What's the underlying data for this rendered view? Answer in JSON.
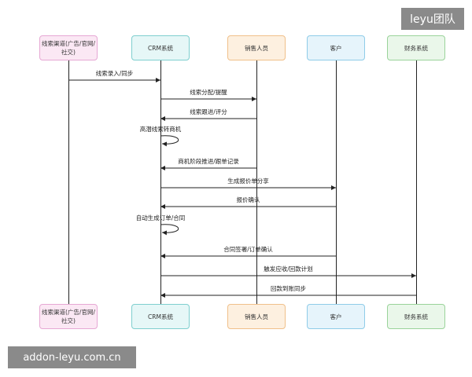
{
  "participants": [
    {
      "id": "lead",
      "label": "线索渠道(广告/官网/社交)",
      "fill": "#fbe8f4",
      "border": "#e6a8d4"
    },
    {
      "id": "crm",
      "label": "CRM系统",
      "fill": "#e6f7f7",
      "border": "#7fcfcf"
    },
    {
      "id": "sales",
      "label": "销售人员",
      "fill": "#fdf0e0",
      "border": "#f0c08a"
    },
    {
      "id": "cust",
      "label": "客户",
      "fill": "#e6f4fb",
      "border": "#8fcce8"
    },
    {
      "id": "fin",
      "label": "财务系统",
      "fill": "#eaf7ea",
      "border": "#9ad39a"
    }
  ],
  "messages": [
    {
      "from": "lead",
      "to": "crm",
      "label": "线索录入/同步"
    },
    {
      "from": "crm",
      "to": "sales",
      "label": "线索分配/提醒"
    },
    {
      "from": "sales",
      "to": "crm",
      "label": "线索跟进/评分"
    },
    {
      "from": "crm",
      "to": "crm",
      "label": "高潜线索转商机"
    },
    {
      "from": "sales",
      "to": "crm",
      "label": "商机阶段推进/跟单记录"
    },
    {
      "from": "crm",
      "to": "cust",
      "label": "生成报价单分享"
    },
    {
      "from": "cust",
      "to": "crm",
      "label": "报价确认"
    },
    {
      "from": "crm",
      "to": "crm",
      "label": "自动生成订单/合同"
    },
    {
      "from": "cust",
      "to": "crm",
      "label": "合同签署/订单确认"
    },
    {
      "from": "crm",
      "to": "fin",
      "label": "触发应收/回款计划"
    },
    {
      "from": "fin",
      "to": "crm",
      "label": "回款到账同步"
    }
  ],
  "watermarks": {
    "top": "leyu团队",
    "bottom": "addon-leyu.com.cn"
  },
  "colors": {
    "line": "#222222"
  }
}
